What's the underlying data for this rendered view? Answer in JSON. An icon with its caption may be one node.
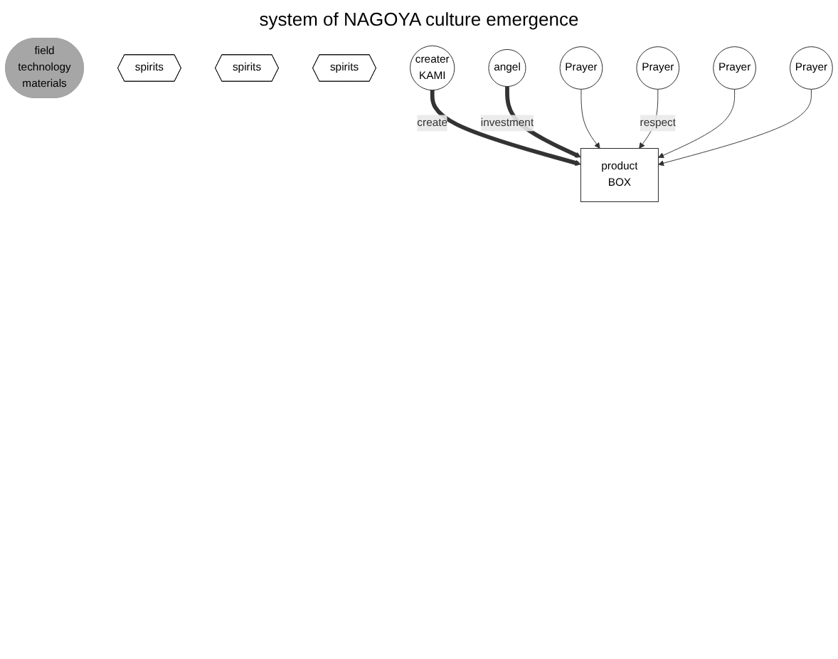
{
  "diagram": {
    "title": "system of NAGOYA culture emergence",
    "nodes": [
      {
        "text": [
          "field",
          "technology",
          "materials"
        ]
      },
      {
        "text": [
          "spirits"
        ]
      },
      {
        "text": [
          "spirits"
        ]
      },
      {
        "text": [
          "spirits"
        ]
      },
      {
        "text": [
          "creater",
          "KAMI"
        ]
      },
      {
        "text": [
          "angel"
        ]
      },
      {
        "text": [
          "product",
          "BOX"
        ]
      },
      {
        "text": [
          "Prayer"
        ]
      },
      {
        "text": [
          "Prayer"
        ]
      },
      {
        "text": [
          "Prayer"
        ]
      },
      {
        "text": [
          "Prayer"
        ]
      }
    ],
    "edges": [
      {
        "from": 4,
        "to": 6,
        "arrow": "to",
        "label": "create",
        "style": "thick"
      },
      {
        "from": 5,
        "to": 6,
        "arrow": "to",
        "label": "investment",
        "style": "thick"
      },
      {
        "from": 7,
        "to": 6,
        "arrow": "to"
      },
      {
        "from": 8,
        "to": 6,
        "arrow": "to",
        "label": "respect"
      },
      {
        "from": 9,
        "to": 6,
        "arrow": "to"
      },
      {
        "from": 10,
        "to": 6,
        "arrow": "to"
      }
    ]
  }
}
